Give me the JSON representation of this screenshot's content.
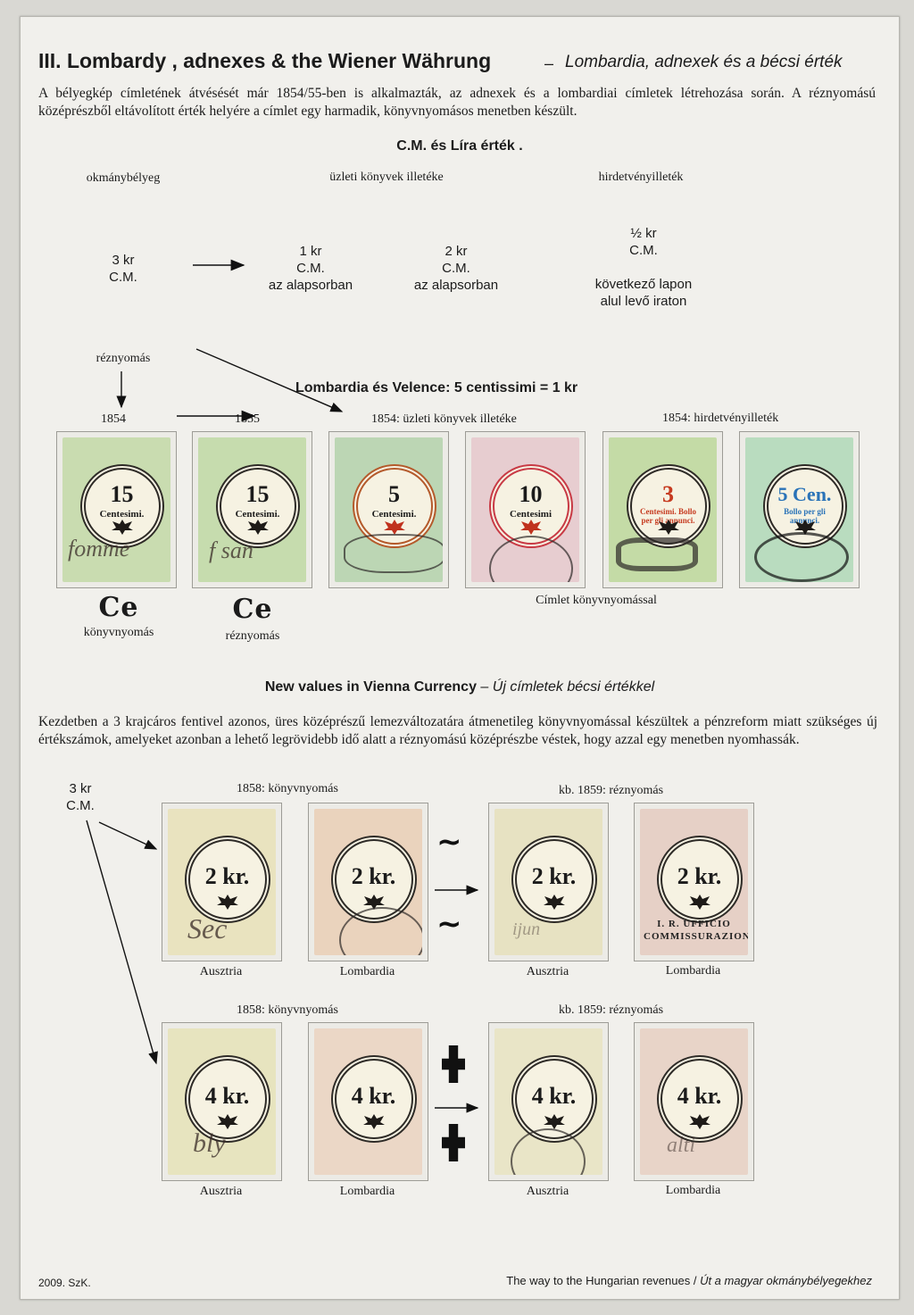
{
  "header": {
    "title": "III. Lombardy , adnexes & the Wiener Währung",
    "dash": "–",
    "subtitle": "Lombardia, adnexek és a bécsi érték"
  },
  "intro": "A bélyegkép címletének átvésését már 1854/55-ben is alkalmazták, az adnexek és a lombardiai címletek létrehozása során. A réznyomású középrészből eltávolított érték helyére a címlet egy harmadik, könyvnyomásos menetben készült.",
  "section1": {
    "heading": "C.M. és Líra érték .",
    "col_labels": [
      "okmánybélyeg",
      "üzleti könyvek illetéke",
      "hirdetvényilleték"
    ],
    "values": {
      "v3kr": [
        "3 kr",
        "C.M."
      ],
      "v1kr": [
        "1 kr",
        "C.M.",
        "az alapsorban"
      ],
      "v2kr": [
        "2 kr",
        "C.M.",
        "az alapsorban"
      ],
      "vhalf": [
        "½ kr",
        "C.M.",
        "következő lapon",
        "alul levő iraton"
      ]
    },
    "reznyomas_label": "réznyomás",
    "lombardia_heading": "Lombardia és Velence: 5 centissimi = 1 kr",
    "year_labels": [
      "1854",
      "1855",
      "1854: üzleti könyvek illetéke",
      "1854: hirdetvényilleték"
    ],
    "stamps": [
      {
        "value": "15",
        "text": "Centesimi.",
        "color": "#c9dcb0",
        "value_color": "#1a1a1a",
        "cancel": "fomme"
      },
      {
        "value": "15",
        "text": "Centesimi.",
        "color": "#c6dcae",
        "value_color": "#1a1a1a",
        "cancel": "f san"
      },
      {
        "value": "5",
        "text": "Centesimi.",
        "color": "#bcd6b4",
        "value_color": "#1a1a1a",
        "cancel": ""
      },
      {
        "value": "10",
        "text": "Centesimi",
        "color": "#e7cdd0",
        "value_color": "#1a1a1a",
        "cancel": ""
      },
      {
        "value": "3",
        "text": "Centesimi. Bollo per gli annunci.",
        "color": "#c4dba6",
        "value_color": "#c63b20",
        "cancel": ""
      },
      {
        "value": "5 Cen.",
        "text": "Bollo per gli annunci.",
        "color": "#b9dcbf",
        "value_color": "#2a73b8",
        "cancel": ""
      }
    ],
    "ce_labels": [
      "Ce",
      "Ce"
    ],
    "ce_captions": [
      "könyvnyomás",
      "réznyomás"
    ],
    "cimlet_caption": "Címlet könyvnyomással"
  },
  "section2": {
    "heading_bold": "New values in Vienna Currency",
    "heading_dash": " – ",
    "heading_italic": "Új címletek bécsi értékkel",
    "paragraph": "Kezdetben a 3 krajcáros fentivel azonos, üres középrészű lemezváltozatára átmenetileg könyvnyomással készültek a pénzreform miatt szükséges új értékszámok, amelyeket azonban a lehető legrövidebb idő alatt a réznyomású középrészbe véstek, hogy azzal egy menetben nyomhassák.",
    "side_label": [
      "3 kr",
      "C.M."
    ],
    "row_labels": [
      "1858: könyvnyomás",
      "kb. 1859: réznyomás"
    ],
    "captions": [
      "Ausztria",
      "Lombardia",
      "Ausztria",
      "Lombardia"
    ],
    "row1_value": "2 kr.",
    "row2_value": "4 kr.",
    "row1_colors": [
      "#e9e3bf",
      "#ead3bd",
      "#e7e2c2",
      "#e6d0c6"
    ],
    "row2_colors": [
      "#e7e4bf",
      "#ebd7c6",
      "#e9e5c7",
      "#e8d4c8"
    ],
    "row1_cancels": [
      "Sec",
      "",
      "ijun",
      "I. R. UFFICIO COMMISSURAZION"
    ],
    "row2_cancels": [
      "bly",
      "",
      "",
      "alti"
    ]
  },
  "footer": {
    "left": "2009. SzK.",
    "right_normal": "The way to the Hungarian revenues / ",
    "right_italic": "Út a magyar okmánybélyegekhez"
  }
}
